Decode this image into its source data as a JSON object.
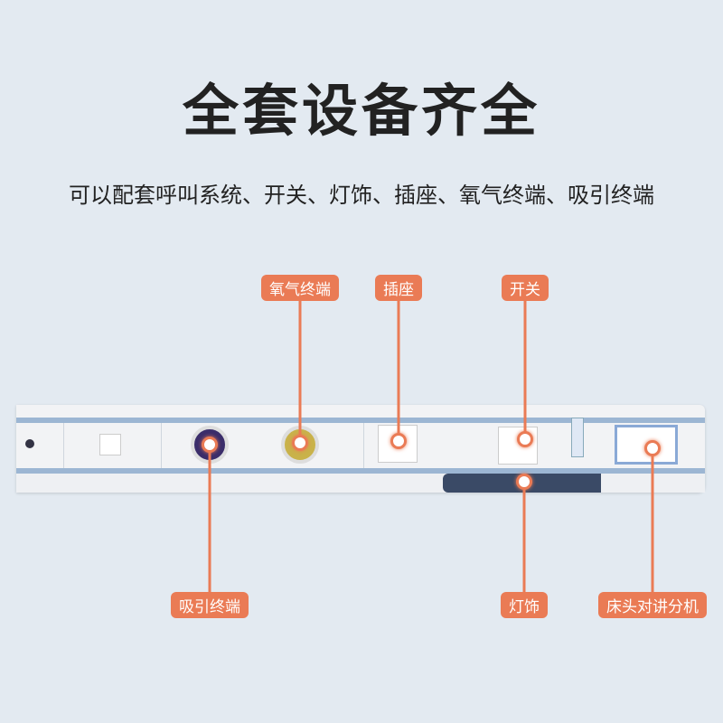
{
  "title": "全套设备齐全",
  "subtitle": "可以配套呼叫系统、开关、灯饰、插座、氧气终端、吸引终端",
  "labels": {
    "oxygen": "氧气终端",
    "socket": "插座",
    "switch": "开关",
    "suction": "吸引终端",
    "light": "灯饰",
    "intercom": "床头对讲分机"
  },
  "colors": {
    "accent": "#ea7b55",
    "background": "#e3eaf1"
  }
}
